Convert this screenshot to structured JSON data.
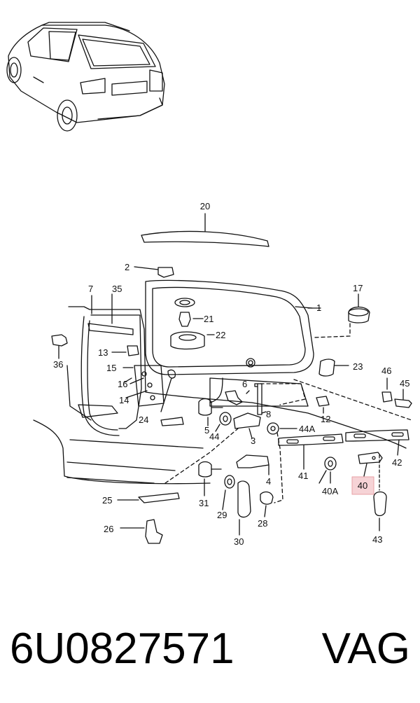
{
  "diagram": {
    "callouts": {
      "c1": "1",
      "c2": "2",
      "c3": "3",
      "c4": "4",
      "c5": "5",
      "c6": "6",
      "c7": "7",
      "c8": "8",
      "c12": "12",
      "c13": "13",
      "c14": "14",
      "c15": "15",
      "c16": "16",
      "c17": "17",
      "c20": "20",
      "c21": "21",
      "c22": "22",
      "c23": "23",
      "c24": "24",
      "c25": "25",
      "c26": "26",
      "c28": "28",
      "c29": "29",
      "c30": "30",
      "c31": "31",
      "c35": "35",
      "c36": "36",
      "c40": "40",
      "c40A": "40A",
      "c41": "41",
      "c42": "42",
      "c43": "43",
      "c44": "44",
      "c44A": "44A",
      "c45": "45",
      "c46": "46"
    },
    "highlighted": "40",
    "highlight_color": "#f6d3d6"
  },
  "footer": {
    "part_number": "6U0827571",
    "brand": "VAG"
  }
}
